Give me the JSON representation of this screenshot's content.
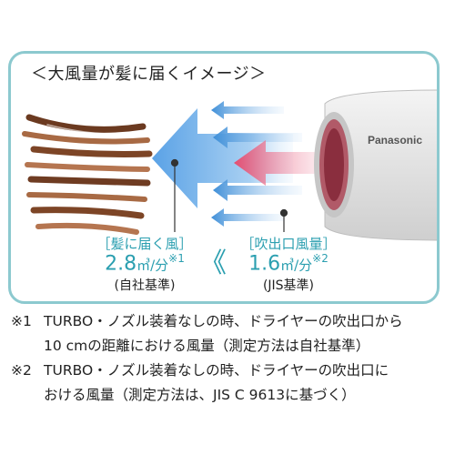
{
  "panel": {
    "title": "＜大風量が髪に届くイメージ＞",
    "brand": "Panasonic"
  },
  "left_label": {
    "heading": "［髪に届く風］",
    "value": "2.8",
    "unit": "㎥/分",
    "note": "※1",
    "basis": "(自社基準)"
  },
  "right_label": {
    "heading": "［吹出口風量］",
    "value": "1.6",
    "unit": "㎥/分",
    "note": "※2",
    "basis": "(JIS基準)"
  },
  "comparison_symbol": "《",
  "footnotes": [
    {
      "mark": "※1",
      "line1": "TURBO・ノズル装着なしの時、ドライヤーの吹出口から",
      "line2": "10 cmの距離における風量（測定方法は自社基準）"
    },
    {
      "mark": "※2",
      "line1": "TURBO・ノズル装着なしの時、ドライヤーの吹出口に",
      "line2": "おける風量（測定方法は、JIS C 9613に基づく）"
    }
  ],
  "colors": {
    "accent": "#2b9fb0",
    "border": "#8cc9cf",
    "airflow_blue": "#3f8fd8",
    "airflow_pink": "#e96a86",
    "hair": "#8a4e2d"
  }
}
